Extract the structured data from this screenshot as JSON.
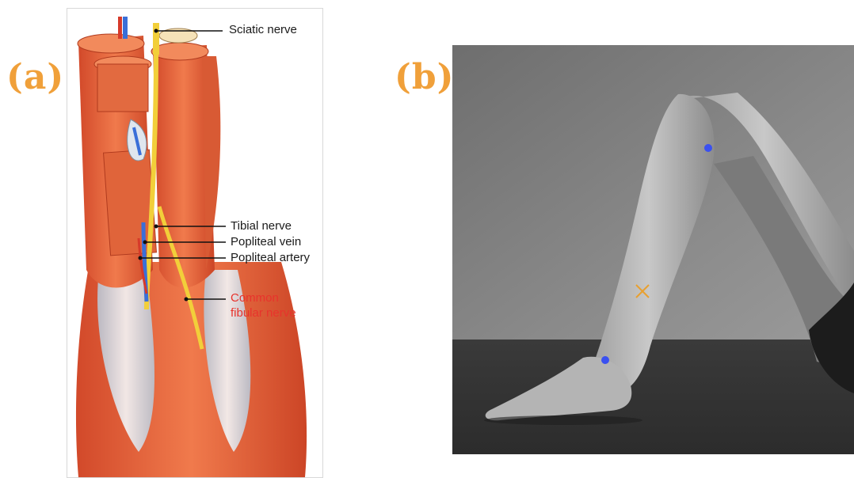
{
  "panels": {
    "a": {
      "label": "(a)"
    },
    "b": {
      "label": "(b)"
    }
  },
  "anatomy_labels": {
    "sciatic": "Sciatic nerve",
    "tibial": "Tibial nerve",
    "popliteal_vein": "Popliteal vein",
    "popliteal_artery": "Popliteal artery",
    "common_fibular_line1": "Common",
    "common_fibular_line2": "fibular nerve"
  },
  "colors": {
    "panel_label": "#f0a03a",
    "muscle": "#e8643c",
    "tendon": "#dfe6ee",
    "nerve": "#f2cf3a",
    "vein": "#3a6fd8",
    "artery": "#d63a2a",
    "highlight_label": "#e8332c",
    "marker_dot": "#3a50f0",
    "marker_cross": "#e8a030"
  },
  "markers": [
    {
      "type": "dot",
      "name": "upper-marker-dot"
    },
    {
      "type": "cross",
      "name": "mid-marker-cross"
    },
    {
      "type": "dot",
      "name": "lower-marker-dot"
    }
  ]
}
